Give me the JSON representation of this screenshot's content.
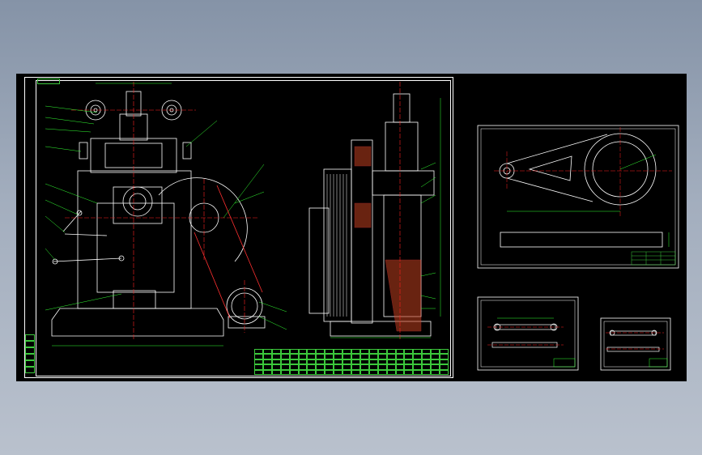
{
  "viewer": {
    "background_colors": [
      "#8593a7",
      "#b9c1cd"
    ],
    "canvas_color": "#000000"
  },
  "drawing": {
    "line_colors": {
      "outline": "#ffffff",
      "centerline": "#ff2020",
      "dimension": "#33ff33",
      "hidden": "#ff3333",
      "leader": "#33ff33"
    },
    "sheets": [
      "assembly-drawing",
      "link-part-drawing",
      "rod-part-drawing-1",
      "rod-part-drawing-2"
    ],
    "icons": [
      "assembly-front-view",
      "assembly-side-view",
      "crank-link-part",
      "rod-part",
      "rod-part"
    ]
  }
}
